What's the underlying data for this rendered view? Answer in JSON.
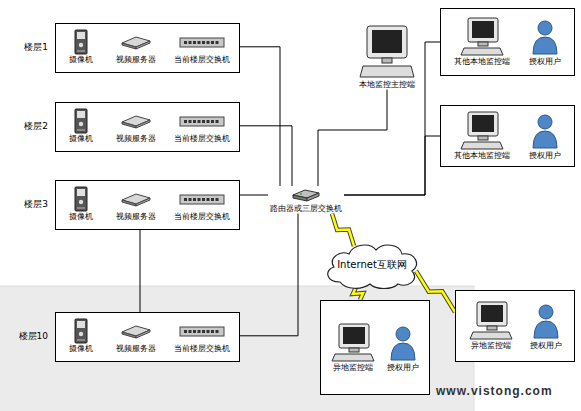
{
  "diagram": {
    "nodes": [
      {
        "text": [
          "楼层1"
        ]
      },
      {
        "text": [
          "摄像机"
        ],
        "in": 0
      },
      {
        "text": [
          "视频服务器"
        ],
        "in": 0
      },
      {
        "text": [
          "当前楼层交换机"
        ],
        "in": 0
      },
      {
        "text": [
          "楼层2"
        ]
      },
      {
        "text": [
          "摄像机"
        ],
        "in": 4
      },
      {
        "text": [
          "视频服务器"
        ],
        "in": 4
      },
      {
        "text": [
          "当前楼层交换机"
        ],
        "in": 4
      },
      {
        "text": [
          "楼层3"
        ]
      },
      {
        "text": [
          "摄像机"
        ],
        "in": 8
      },
      {
        "text": [
          "视频服务器"
        ],
        "in": 8
      },
      {
        "text": [
          "当前楼层交换机"
        ],
        "in": 8
      },
      {
        "text": [
          "楼层10"
        ]
      },
      {
        "text": [
          "摄像机"
        ],
        "in": 12
      },
      {
        "text": [
          "视频服务器"
        ],
        "in": 12
      },
      {
        "text": [
          "当前楼层交换机"
        ],
        "in": 12
      },
      {
        "text": [
          "本地监控主控端"
        ]
      },
      {
        "text": [
          "其他本地监控端",
          "授权用户"
        ]
      },
      {
        "text": [
          "其他本地监控端",
          "授权用户"
        ]
      },
      {
        "text": [
          "路由器或三层交换机"
        ]
      },
      {
        "text": [
          "Internet互联网"
        ]
      },
      {
        "text": [
          "异地监控端",
          "授权用户"
        ]
      },
      {
        "text": [
          "异地监控端",
          "授权用户"
        ]
      }
    ],
    "edges": [
      {
        "from": 3,
        "to": 19,
        "arrow": "none"
      },
      {
        "from": 7,
        "to": 19,
        "arrow": "none"
      },
      {
        "from": 11,
        "to": 19,
        "arrow": "none"
      },
      {
        "from": 15,
        "to": 19,
        "arrow": "none"
      },
      {
        "from": 8,
        "to": 12,
        "arrow": "none"
      },
      {
        "from": 19,
        "to": 16,
        "arrow": "none"
      },
      {
        "from": 19,
        "to": 17,
        "arrow": "none"
      },
      {
        "from": 19,
        "to": 18,
        "arrow": "none"
      },
      {
        "from": 19,
        "to": 20,
        "arrow": "none"
      },
      {
        "from": 20,
        "to": 21,
        "arrow": "none"
      },
      {
        "from": 20,
        "to": 22,
        "arrow": "none"
      }
    ],
    "labels": [
      "www.vistong.com"
    ]
  }
}
